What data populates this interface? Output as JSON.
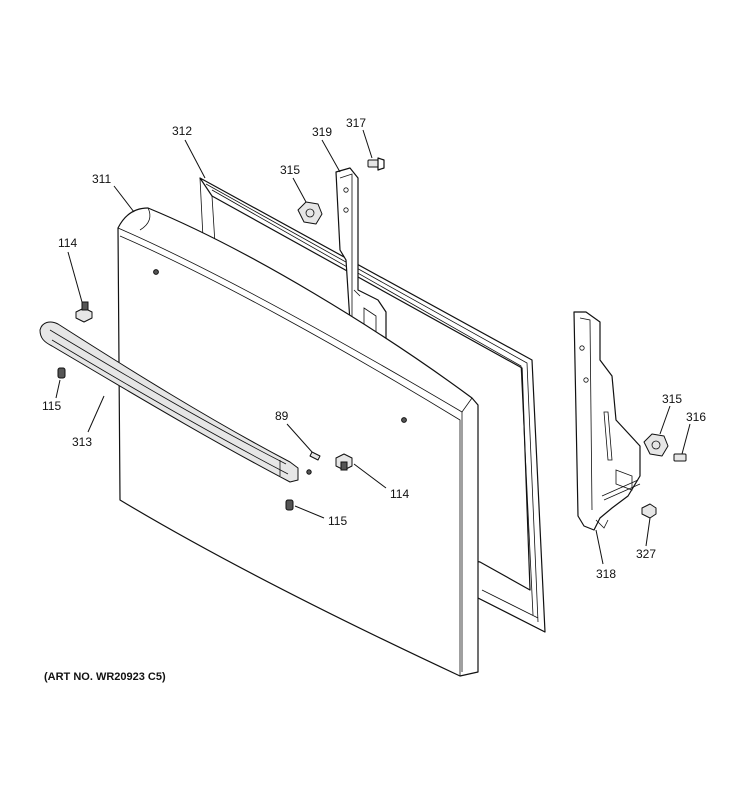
{
  "art_number": "(ART NO. WR20923 C5)",
  "callouts": {
    "c311": "311",
    "c312": "312",
    "c319": "319",
    "c317": "317",
    "c315a": "315",
    "c114a": "114",
    "c115a": "115",
    "c313": "313",
    "c89": "89",
    "c114b": "114",
    "c115b": "115",
    "c315b": "315",
    "c316": "316",
    "c327": "327",
    "c318": "318"
  }
}
